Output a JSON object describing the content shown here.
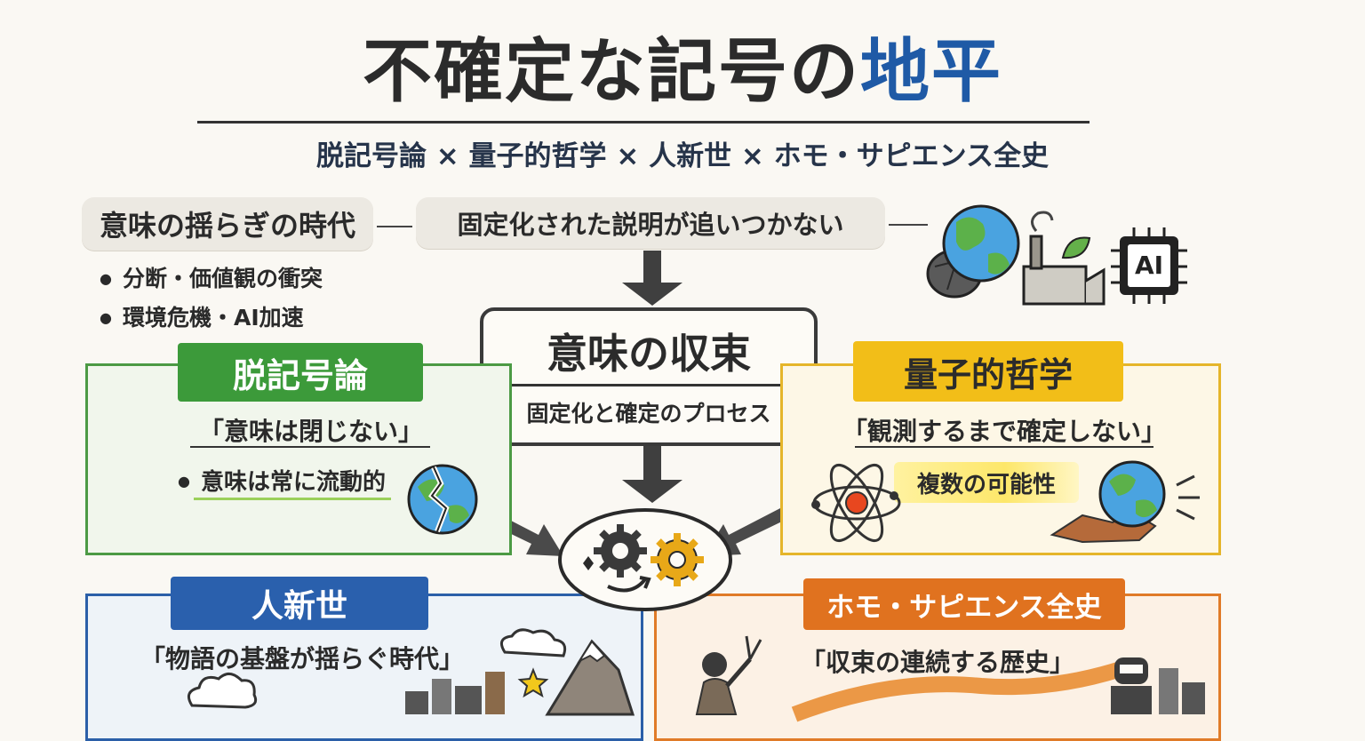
{
  "title": {
    "main": "不確定な記号の",
    "accent": "地平"
  },
  "subtitle": "脱記号論 × 量子的哲学 × 人新世 × ホモ・サピエンス全史",
  "top": {
    "era_label": "意味の揺らぎの時代",
    "lag_label": "固定化された説明が追いつかない",
    "bullets": [
      "分断・価値観の衝突",
      "環境危機・AI加速"
    ],
    "ai_chip_label": "AI"
  },
  "center": {
    "title": "意味の収束",
    "subtitle": "固定化と確定のプロセス"
  },
  "panels": {
    "green": {
      "tag": "脱記号論",
      "quote": "「意味は閉じない」",
      "bullet": "意味は常に流動的"
    },
    "yellow": {
      "tag": "量子的哲学",
      "quote": "「観測するまで確定しない」",
      "highlight": "複数の可能性"
    },
    "blue": {
      "tag": "人新世",
      "quote": "「物語の基盤が揺らぐ時代」"
    },
    "orange": {
      "tag": "ホモ・サピエンス全史",
      "quote": "「収束の連続する歴史」"
    }
  },
  "colors": {
    "green": "#3c9a3a",
    "yellow": "#f2be18",
    "blue": "#2a60ad",
    "orange": "#e0721f",
    "title_accent": "#1f5aa6"
  },
  "icons": [
    "globe-icon",
    "rock-icon",
    "factory-icon",
    "leaf-icon",
    "ai-chip-icon",
    "gears-icon",
    "atom-icon",
    "cracked-globe-icon",
    "cloud-icon",
    "mountain-icon",
    "star-icon",
    "city-icon",
    "human-figure-icon",
    "robot-icon"
  ]
}
